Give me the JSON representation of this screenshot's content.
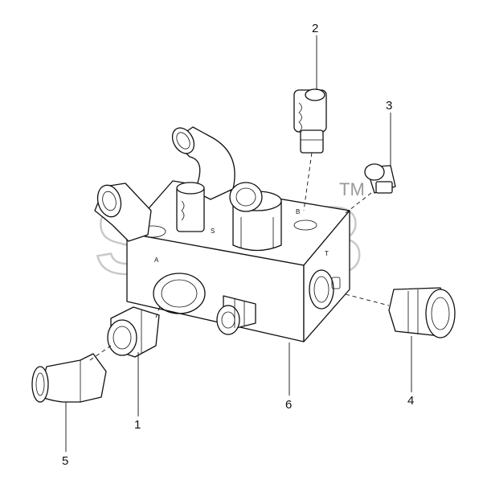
{
  "watermark": {
    "text": "SPMB",
    "trademark": "TM"
  },
  "callouts": [
    {
      "id": "1",
      "label": "1"
    },
    {
      "id": "2",
      "label": "2"
    },
    {
      "id": "3",
      "label": "3"
    },
    {
      "id": "4",
      "label": "4"
    },
    {
      "id": "5",
      "label": "5"
    },
    {
      "id": "6",
      "label": "6"
    }
  ],
  "port_marks": {
    "a": "A",
    "b": "B",
    "t": "T",
    "s": "S"
  }
}
